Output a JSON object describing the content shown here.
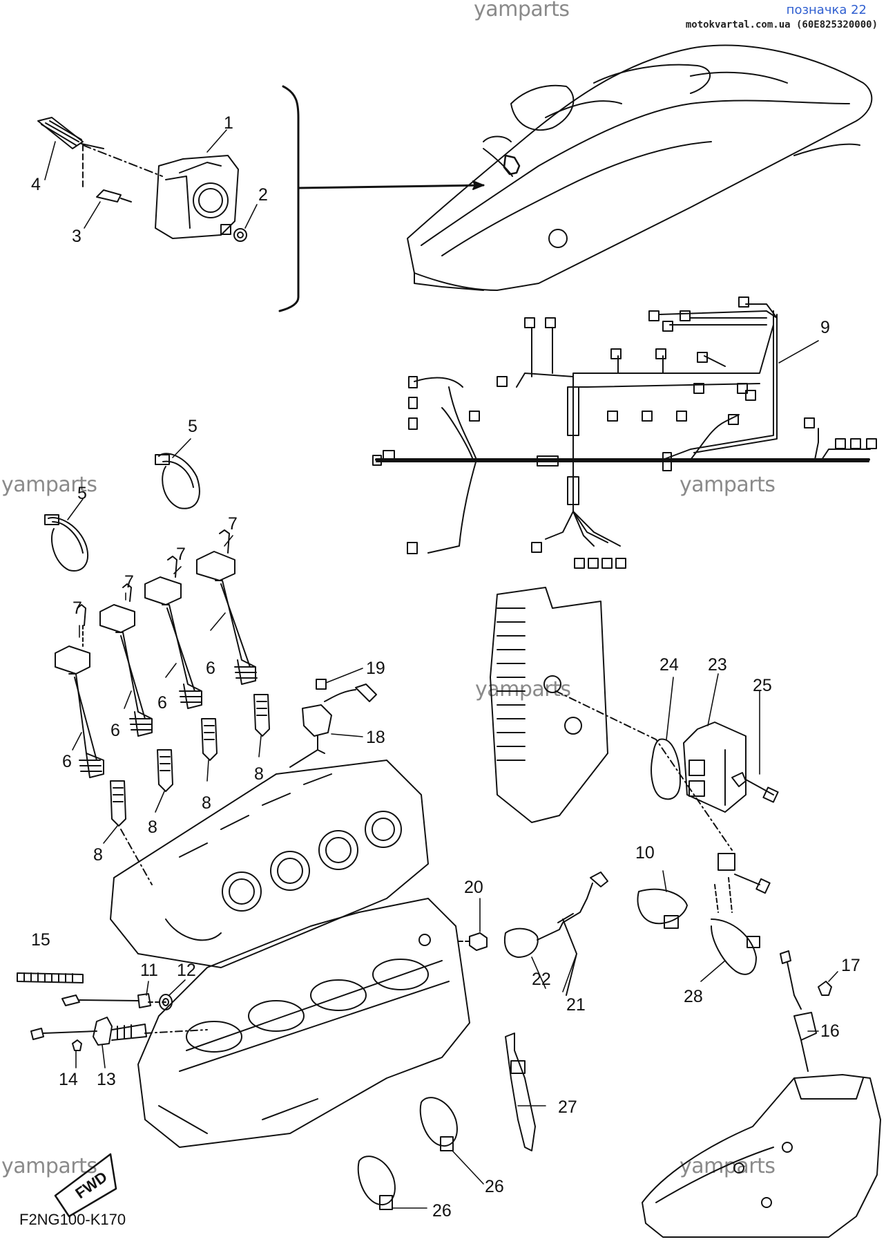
{
  "header": {
    "link_text": "позначка 22",
    "source_text": "motokvartal.com.ua (60E825320000)"
  },
  "watermark": "yamparts",
  "diagram_code": "F2NG100-K170",
  "fwd_label": "FWD",
  "parts": [
    {
      "id": "p1",
      "label": "1"
    },
    {
      "id": "p2",
      "label": "2"
    },
    {
      "id": "p3",
      "label": "3"
    },
    {
      "id": "p4",
      "label": "4"
    },
    {
      "id": "p5a",
      "label": "5"
    },
    {
      "id": "p5b",
      "label": "5"
    },
    {
      "id": "p6a",
      "label": "6"
    },
    {
      "id": "p6b",
      "label": "6"
    },
    {
      "id": "p6c",
      "label": "6"
    },
    {
      "id": "p6d",
      "label": "6"
    },
    {
      "id": "p7a",
      "label": "7"
    },
    {
      "id": "p7b",
      "label": "7"
    },
    {
      "id": "p7c",
      "label": "7"
    },
    {
      "id": "p7d",
      "label": "7"
    },
    {
      "id": "p8a",
      "label": "8"
    },
    {
      "id": "p8b",
      "label": "8"
    },
    {
      "id": "p8c",
      "label": "8"
    },
    {
      "id": "p8d",
      "label": "8"
    },
    {
      "id": "p9",
      "label": "9"
    },
    {
      "id": "p10",
      "label": "10"
    },
    {
      "id": "p11",
      "label": "11"
    },
    {
      "id": "p12",
      "label": "12"
    },
    {
      "id": "p13",
      "label": "13"
    },
    {
      "id": "p14",
      "label": "14"
    },
    {
      "id": "p15",
      "label": "15"
    },
    {
      "id": "p16",
      "label": "16"
    },
    {
      "id": "p17",
      "label": "17"
    },
    {
      "id": "p18",
      "label": "18"
    },
    {
      "id": "p19",
      "label": "19"
    },
    {
      "id": "p20",
      "label": "20"
    },
    {
      "id": "p21",
      "label": "21"
    },
    {
      "id": "p22",
      "label": "22"
    },
    {
      "id": "p23",
      "label": "23"
    },
    {
      "id": "p24",
      "label": "24"
    },
    {
      "id": "p25",
      "label": "25"
    },
    {
      "id": "p26a",
      "label": "26"
    },
    {
      "id": "p26b",
      "label": "26"
    },
    {
      "id": "p27",
      "label": "27"
    },
    {
      "id": "p28",
      "label": "28"
    }
  ]
}
